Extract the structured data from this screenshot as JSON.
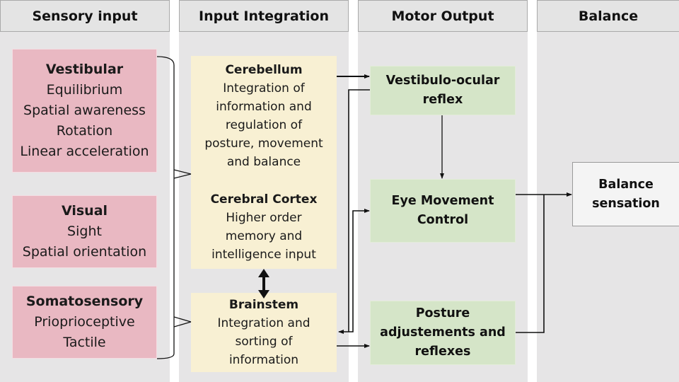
{
  "columns": [
    {
      "title": "Sensory input"
    },
    {
      "title": "Input Integration"
    },
    {
      "title": "Motor Output"
    },
    {
      "title": "Balance"
    }
  ],
  "sensory": {
    "vestibular": {
      "title": "Vestibular",
      "items": [
        "Equilibrium",
        "Spatial awareness",
        "Rotation",
        "Linear acceleration"
      ]
    },
    "visual": {
      "title": "Visual",
      "items": [
        "Sight",
        "Spatial orientation"
      ]
    },
    "somatosensory": {
      "title": "Somatosensory",
      "items": [
        "Priopriocepti­ve",
        "Tactile"
      ]
    }
  },
  "integration": {
    "cerebellum": {
      "title": "Cerebellum",
      "lines": [
        "Integration of",
        "information and",
        "regulation of",
        "posture, movement",
        "and balance"
      ]
    },
    "cortex": {
      "title": "Cerebral Cortex",
      "lines": [
        "Higher order",
        "memory and",
        "intelligence input"
      ]
    },
    "brainstem": {
      "title": "Brainstem",
      "lines": [
        "Integration and",
        "sorting of",
        "information"
      ]
    }
  },
  "motor": {
    "vor": {
      "lines": [
        "Vestibulo-ocular",
        "reflex"
      ]
    },
    "eye": {
      "lines": [
        "Eye Movement",
        "Control"
      ]
    },
    "posture": {
      "lines": [
        "Posture",
        "adjustements and",
        "reflexes"
      ]
    }
  },
  "balance": {
    "lines": [
      "Balance",
      "sensation"
    ]
  },
  "colors": {
    "sensory_box": "#e9b8c2",
    "integration_box": "#f8f0d3",
    "motor_box": "#d5e5c8",
    "balance_box": "#f4f4f4",
    "column_bg": "#e6e5e6"
  }
}
